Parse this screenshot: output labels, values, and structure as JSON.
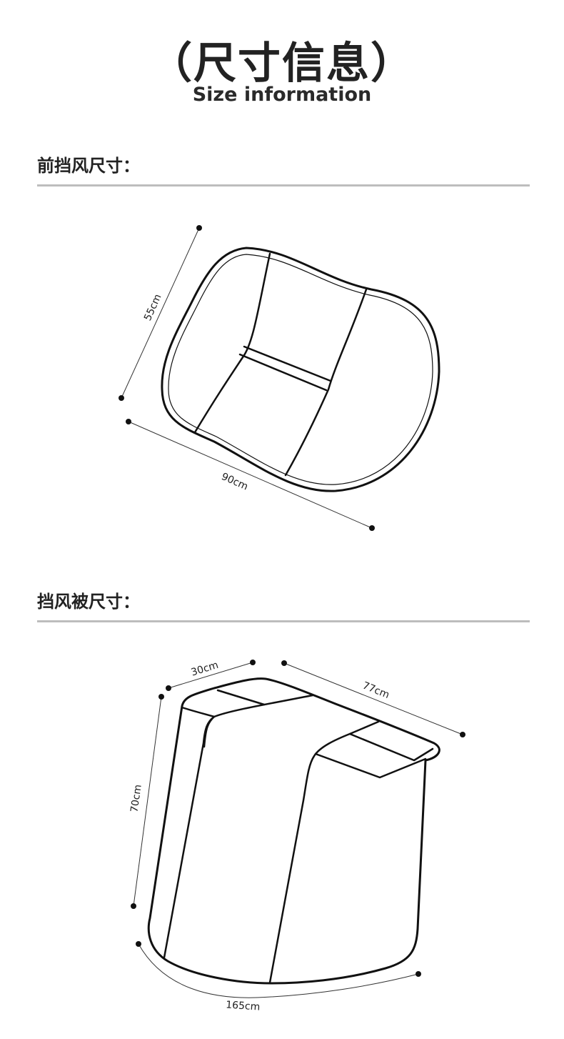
{
  "header": {
    "title_cn": "（尺寸信息）",
    "title_en": "Size information"
  },
  "sections": [
    {
      "heading": "前挡风尺寸：",
      "dimensions": {
        "height": "55cm",
        "width": "90cm"
      }
    },
    {
      "heading": "挡风被尺寸：",
      "dimensions": {
        "depth": "30cm",
        "length": "77cm",
        "height": "70cm",
        "bottom": "165cm"
      }
    }
  ]
}
